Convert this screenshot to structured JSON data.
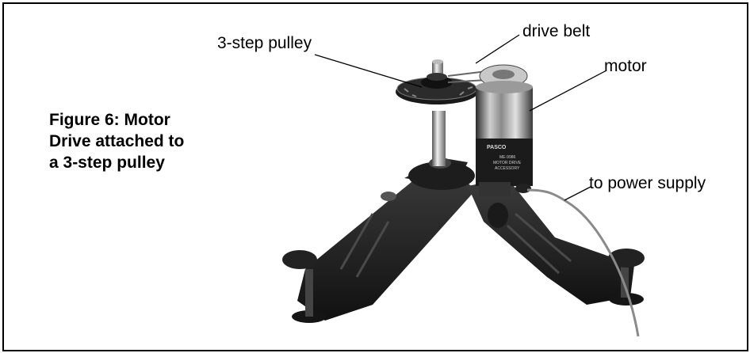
{
  "figure": {
    "caption_lines": [
      "Figure 6: Motor",
      "Drive attached to",
      "a 3-step pulley"
    ]
  },
  "labels": {
    "pulley": "3-step pulley",
    "belt": "drive belt",
    "motor": "motor",
    "power": "to power supply"
  },
  "photo": {
    "motor_badge": [
      "PASCO",
      "ME-9986",
      "MOTOR DRIVE",
      "ACCESSORY"
    ]
  }
}
